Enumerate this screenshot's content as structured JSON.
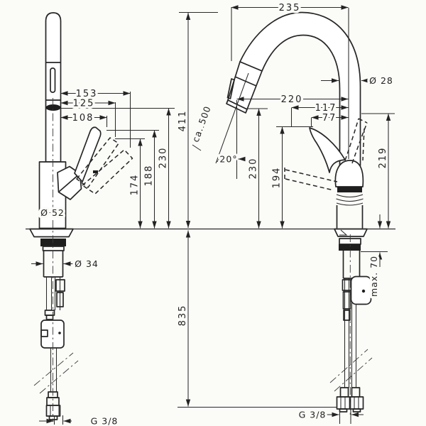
{
  "drawing": {
    "title": "kitchen-faucet-dimension-drawing",
    "ink_color": "#262626",
    "background_color": "#fbfbf8",
    "left_view": {
      "reach_handle_max": "153",
      "reach_handle_mid": "125",
      "reach_handle_up": "108",
      "height_outlet": "230",
      "height_handle_up": "188",
      "height_handle_low": "174",
      "body_diameter": "Ø 52",
      "shank_diameter": "Ø 34",
      "connection_thread": "G 3/8"
    },
    "shared": {
      "total_height": "411",
      "length_below_deck": "835"
    },
    "right_view": {
      "spout_reach": "235",
      "pipe_diameter": "Ø 28",
      "reach_outlet": "220",
      "reach_mid": "117",
      "reach_handle": "77",
      "hose_pullout_length": "ca. 500",
      "spray_angle": "20°",
      "height_outlet": "230",
      "height_handle": "194",
      "height_handle_up": "219",
      "max_deck_thickness": "max. 70",
      "connection_thread": "G 3/8"
    }
  }
}
